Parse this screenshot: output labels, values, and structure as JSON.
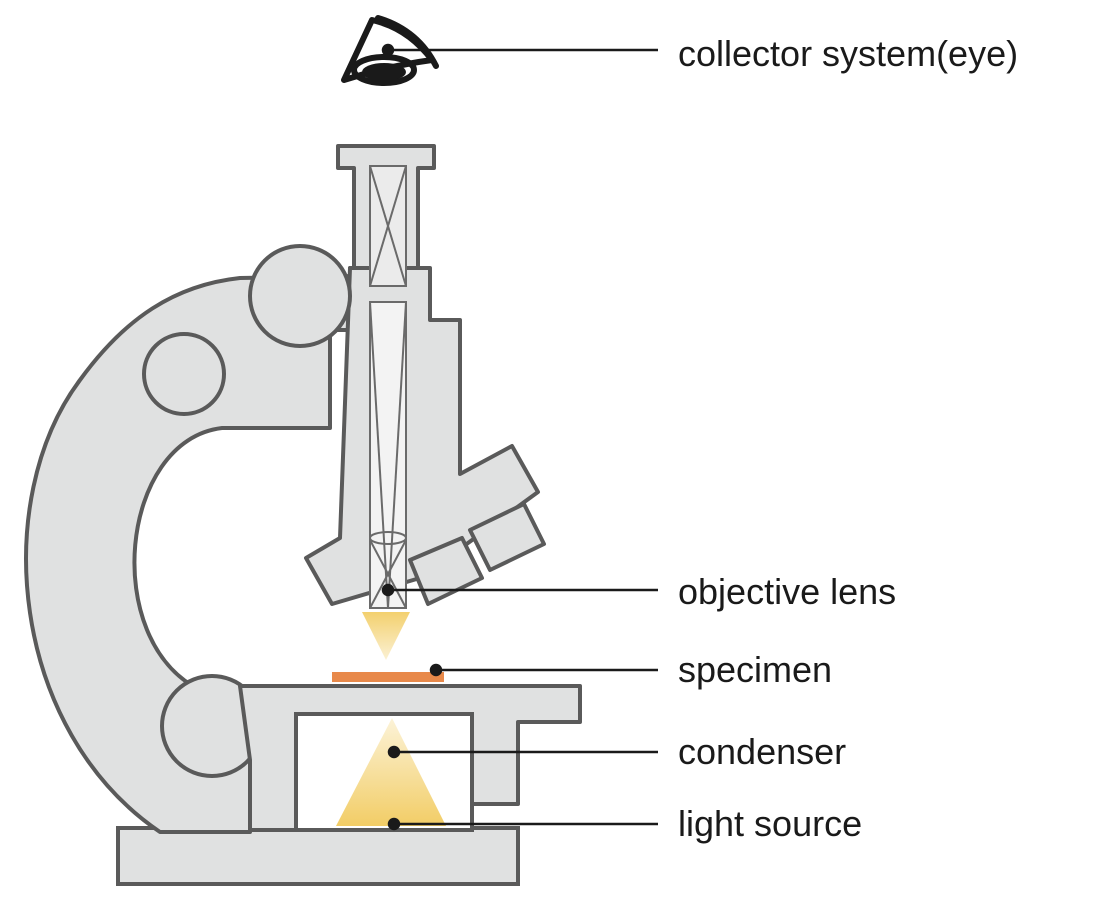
{
  "colors": {
    "body_fill": "#e0e1e1",
    "outline": "#5a5a5a",
    "specimen": "#e8894a",
    "light_top": "#fbf0cf",
    "light_bottom": "#f3cf6a",
    "leader_line": "#1a1a1a"
  },
  "labels": {
    "eye": "collector system(eye)",
    "objective": "objective lens",
    "specimen": "specimen",
    "condenser": "condenser",
    "light_source": "light source"
  },
  "icons": {
    "eye": "eye-icon"
  }
}
